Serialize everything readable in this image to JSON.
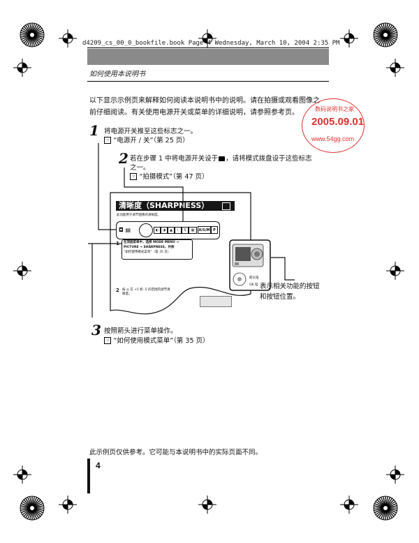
{
  "print_header": "d4209_cs_00_0_bookfile.book  Page 4  Wednesday, March 10, 2004  2:35 PM",
  "section_title": "如何使用本说明书",
  "intro": [
    "以下显示示例页来解释如何阅读本说明书中的说明。请在拍摄或观看图像之",
    "前仔细阅读。有关使用电源开关或菜单的详细说明，请参照参考页。"
  ],
  "stamp": {
    "line1": "数码说明书之家",
    "date": "2005.09.01",
    "url": "www.54gg.com",
    "color": "#e0312e"
  },
  "steps": [
    {
      "num": "1",
      "text": "将电源开关推至这些标志之一。",
      "ref": "“电源开 / 关”（第 25 页）"
    },
    {
      "num": "2",
      "text_lines": [
        "若在步骤 1 中将电源开关设于",
        "，请将模式拨盘设于这些标志",
        "之一。"
      ],
      "ref": "“拍摄模式”（第 47 页）"
    },
    {
      "num": "3",
      "text": "按照箭头进行菜单操作。",
      "ref": "“如何使用模式菜单”（第 35 页）"
    }
  ],
  "ref_icon": "book-reference-icon",
  "sample_page": {
    "title": "清晰度（SHARPNESS）",
    "subtitle": "此功能用于调节图像的清晰度。",
    "step1_num": "1",
    "step1_lines": [
      "在顶层菜单中，选择 MODE MENU →",
      "PICTURE → SHARPNESS，并按",
      "“如何使用模式菜单”（第 35 页）"
    ],
    "mode_label": "A/S/M",
    "mode_p": "P",
    "button_labels": [
      "箭头钮",
      "OK 钮"
    ],
    "step2_num": "2",
    "step2_lines": [
      "按",
      "在 +5 和 -5 的范围内调节清",
      "晰度。"
    ]
  },
  "callout": [
    "表示相关功能的按钮",
    "和按钮位置。"
  ],
  "footer_note": "此示例页仅供参考。它可能与本说明书中的实际页面不同。",
  "page_number": "4"
}
